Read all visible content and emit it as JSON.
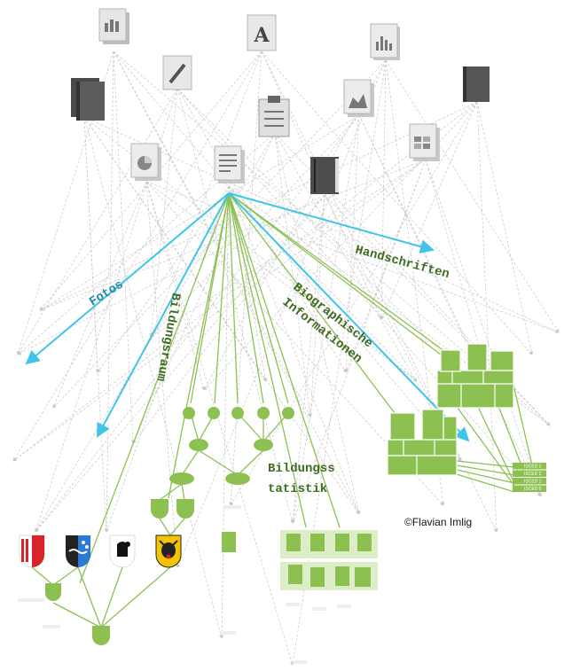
{
  "labels": {
    "fotos": "Fotos",
    "handschriften": "Handschriften",
    "bildungsraum": "Bildungsraum",
    "biographische": "Biographische",
    "informationen": "Informationen",
    "bildungsstatistik_1": "Bildungss",
    "bildungsstatistik_2": "tatistik"
  },
  "isced_levels": [
    "ISCED 3",
    "ISCED 2",
    "ISCED 1",
    "ISCED 0"
  ],
  "document_icons": [
    "report-chart-icon",
    "edit-document-icon",
    "font-letter-icon",
    "bar-chart-document-icon",
    "book-stack-icon",
    "clipboard-icon",
    "area-chart-document-icon",
    "binder-book-icon",
    "pie-chart-document-icon",
    "text-document-icon",
    "notebook-icon",
    "table-chart-document-icon"
  ],
  "coats_of_arms": [
    "jura-coat-of-arms-icon",
    "aargau-coat-of-arms-icon",
    "bern-coat-of-arms-icon",
    "uri-coat-of-arms-icon"
  ],
  "credit": "©Flavian Imlig",
  "colors": {
    "green": "#8cc152",
    "light_green": "#dcedc8",
    "blue_arrow": "#3ec5e8",
    "dashed": "#c8c8c8",
    "label_green": "#3e6b22"
  }
}
